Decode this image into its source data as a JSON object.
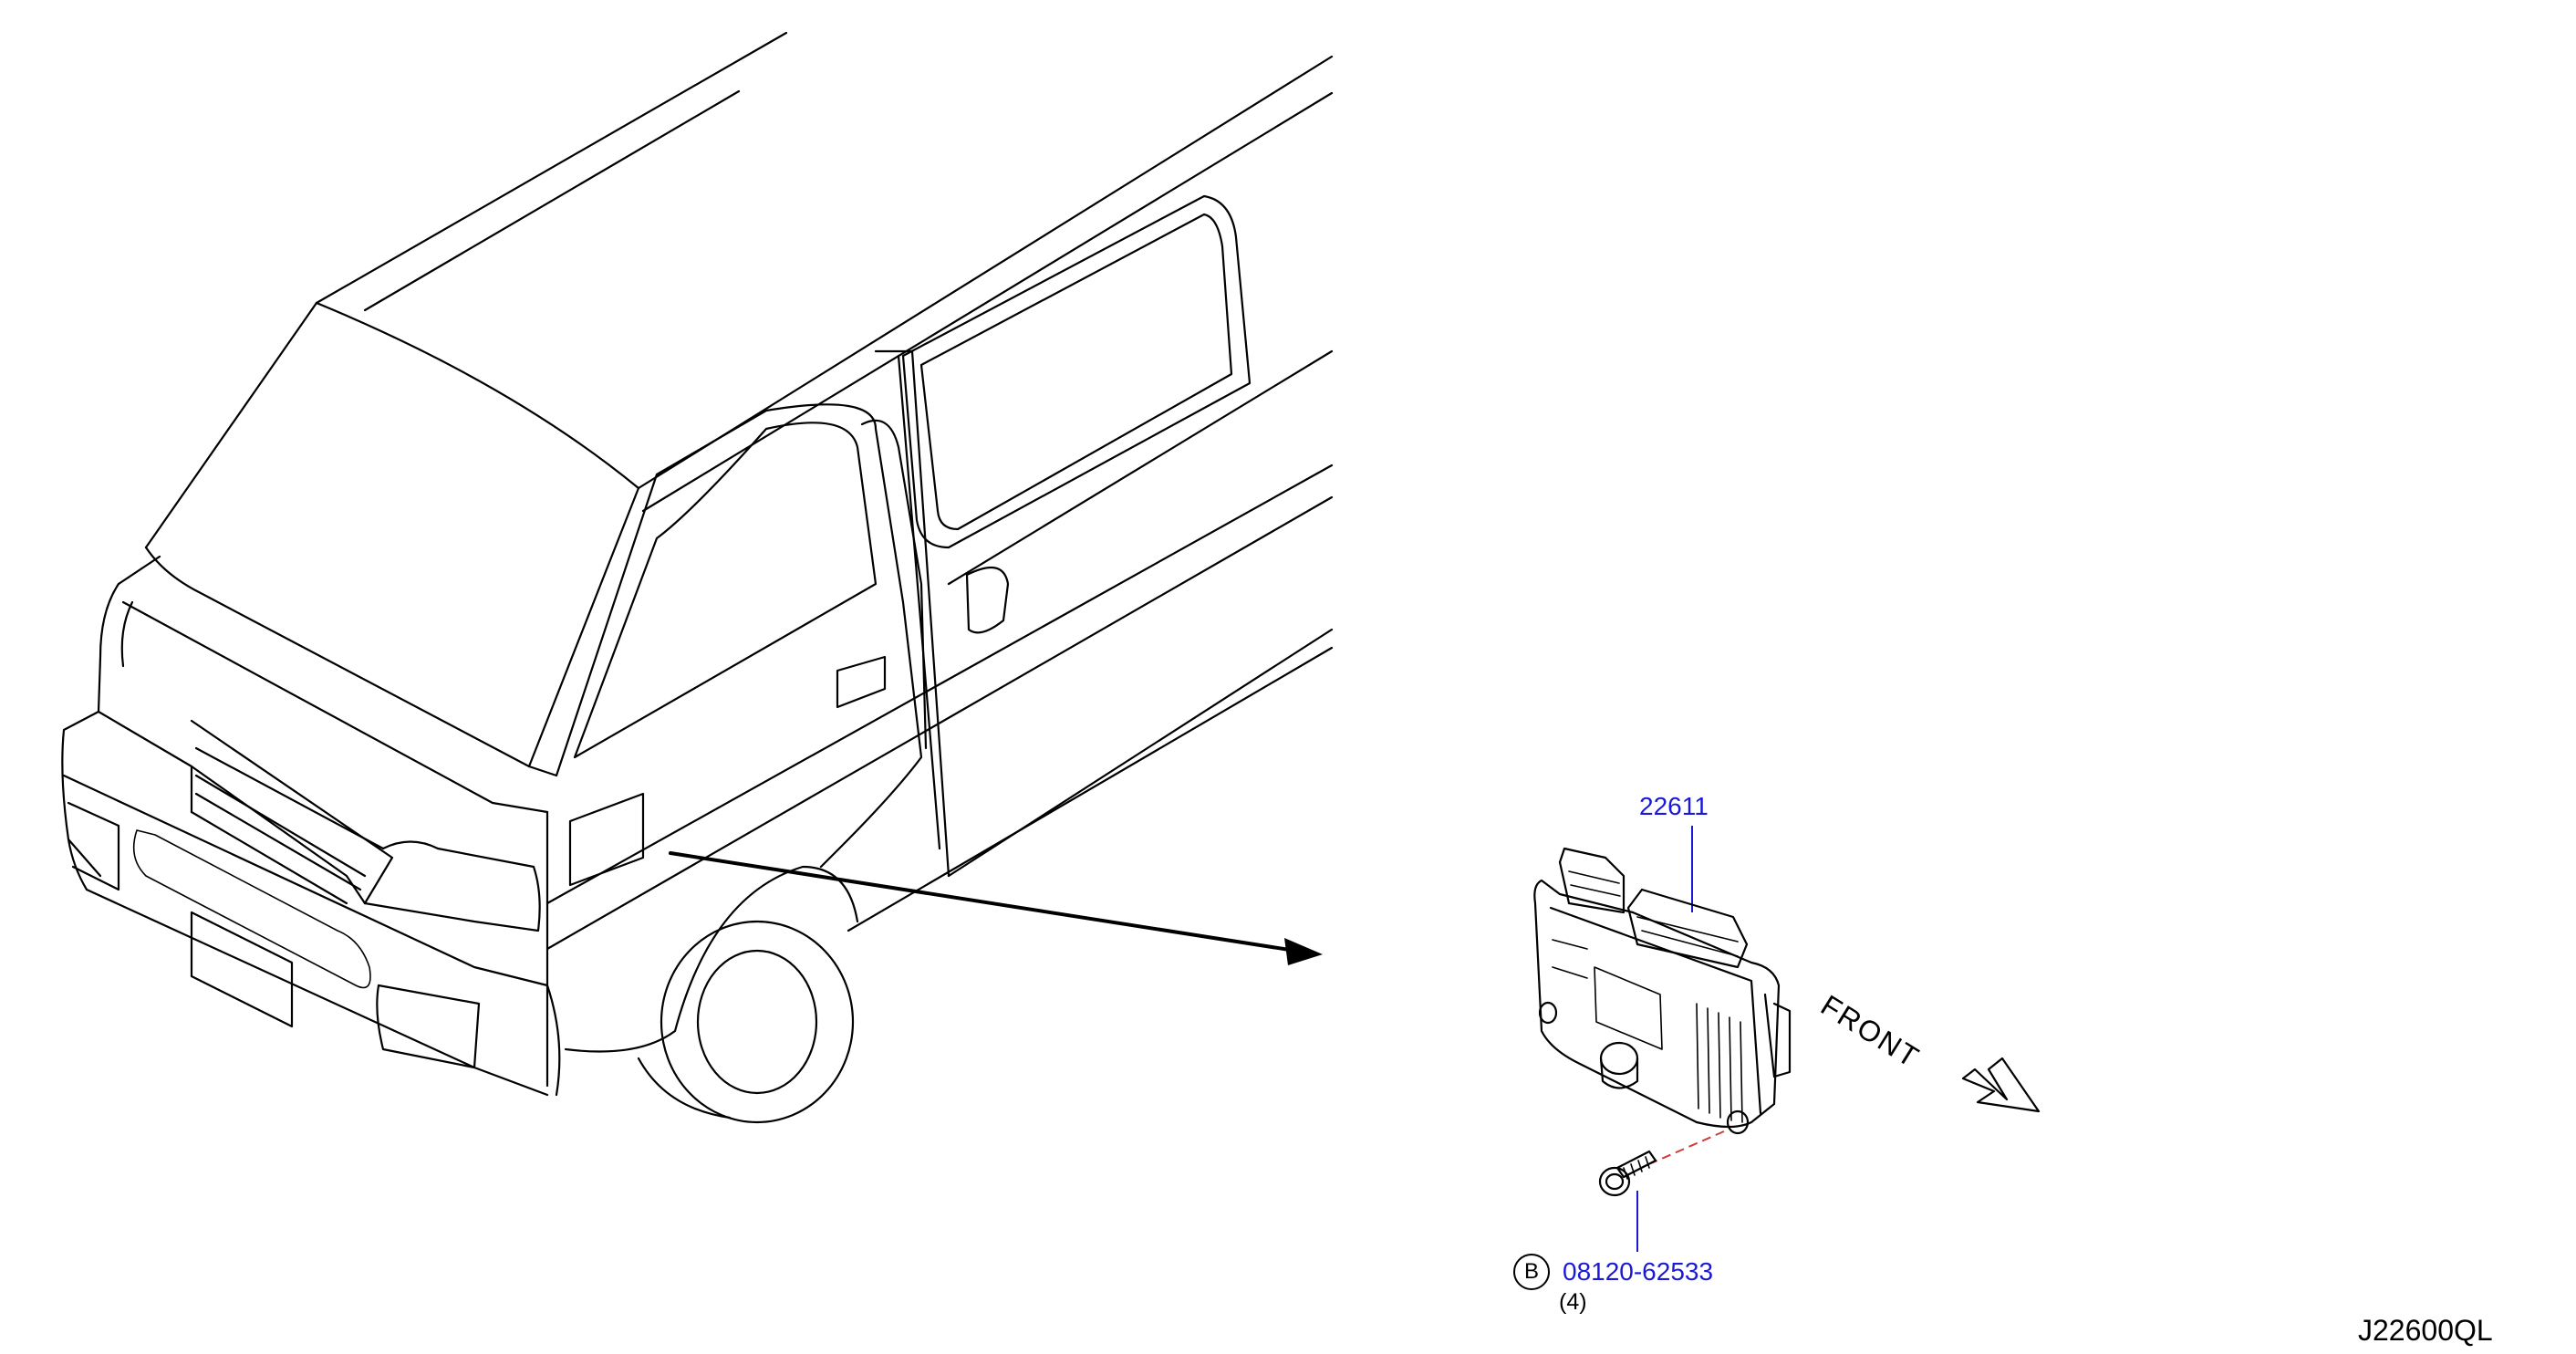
{
  "diagram": {
    "part_number_label": "22611",
    "bolt_number_label": "08120-62533",
    "bolt_quantity_label": "(4)",
    "callout_letter": "B",
    "direction_label": "FRONT",
    "drawing_code": "J22600QL"
  },
  "colors": {
    "line_art": "#000000",
    "part_link": "#1a1ad6",
    "leader_line": "#1a1ad6",
    "center_line": "#d23a3a"
  },
  "icons": {
    "direction_arrow": "front-arrow-icon",
    "callout": "callout-b-circle"
  }
}
